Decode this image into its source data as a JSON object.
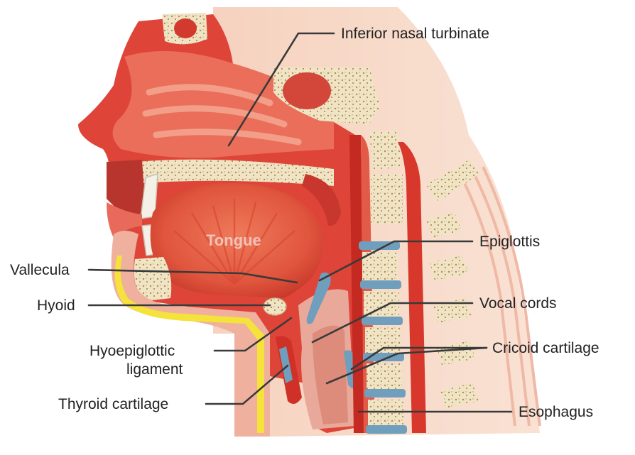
{
  "labels": {
    "inferior_nasal_turbinate": "Inferior nasal turbinate",
    "tongue": "Tongue",
    "epiglottis": "Epiglottis",
    "vallecula": "Vallecula",
    "hyoid": "Hyoid",
    "vocal_cords": "Vocal cords",
    "hyoepiglottic_line1": "Hyoepiglottic",
    "hyoepiglottic_line2": "ligament",
    "cricoid_cartilage": "Cricoid cartilage",
    "thyroid_cartilage": "Thyroid cartilage",
    "esophagus": "Esophagus"
  },
  "colors": {
    "skin": "#f4c9b4",
    "tissue_red": "#d9362e",
    "tissue_pink": "#ee8a78",
    "bone": "#efe4c4",
    "cartilage_blue": "#6f9fbd",
    "fat_yellow": "#f5e23a",
    "leader": "#3a3a3a"
  }
}
